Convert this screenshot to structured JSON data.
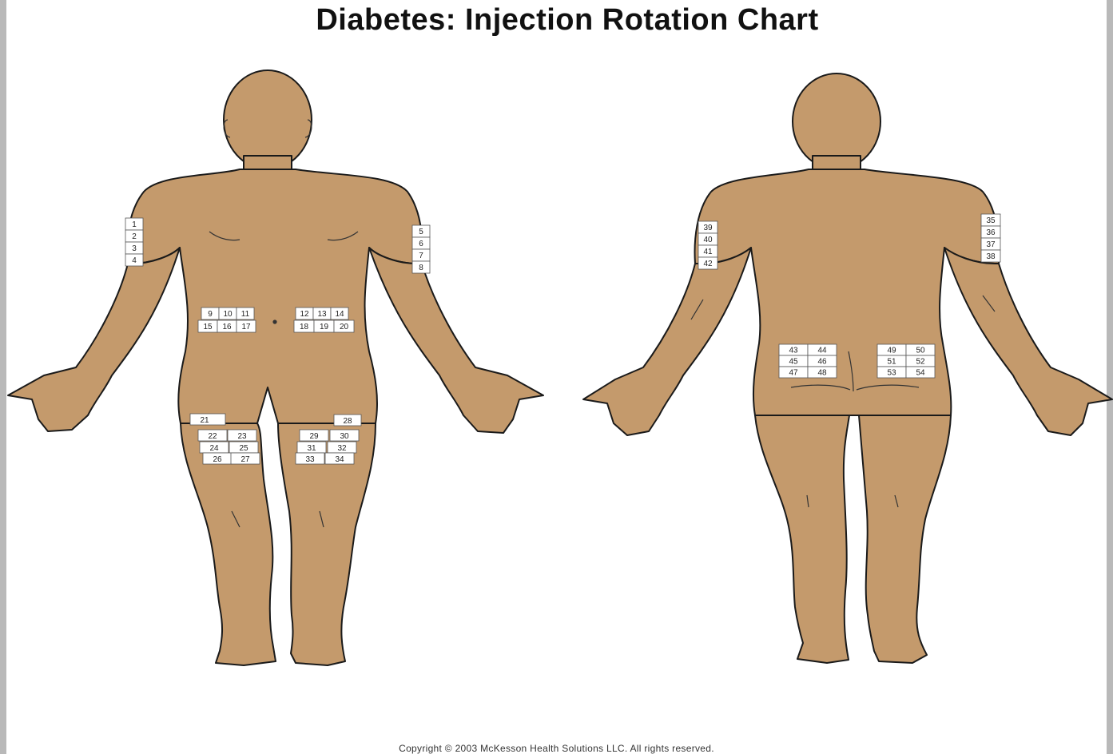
{
  "title": "Diabetes: Injection Rotation Chart",
  "copyright": "Copyright © 2003 McKesson Health Solutions LLC. All rights reserved.",
  "colors": {
    "skin": "#c49a6c",
    "outline": "#1a1a1a",
    "site_box": "#ffffff",
    "frame": "#b9b9b9"
  },
  "icons": {
    "front_figure": "human-body-front-icon",
    "back_figure": "human-body-back-icon"
  },
  "front_sites": {
    "right_upper_arm": [
      "1",
      "2",
      "3",
      "4"
    ],
    "left_upper_arm": [
      "5",
      "6",
      "7",
      "8"
    ],
    "abdomen_right_top": [
      "9",
      "10",
      "11"
    ],
    "abdomen_right_bottom": [
      "15",
      "16",
      "17"
    ],
    "abdomen_left_top": [
      "12",
      "13",
      "14"
    ],
    "abdomen_left_bottom": [
      "18",
      "19",
      "20"
    ],
    "right_thigh": [
      "21",
      "22",
      "23",
      "24",
      "25",
      "26",
      "27"
    ],
    "left_thigh": [
      "28",
      "29",
      "30",
      "31",
      "32",
      "33",
      "34"
    ]
  },
  "back_sites": {
    "left_upper_arm": [
      "39",
      "40",
      "41",
      "42"
    ],
    "right_upper_arm": [
      "35",
      "36",
      "37",
      "38"
    ],
    "left_buttock": [
      "43",
      "44",
      "45",
      "46",
      "47",
      "48"
    ],
    "right_buttock": [
      "49",
      "50",
      "51",
      "52",
      "53",
      "54"
    ]
  }
}
